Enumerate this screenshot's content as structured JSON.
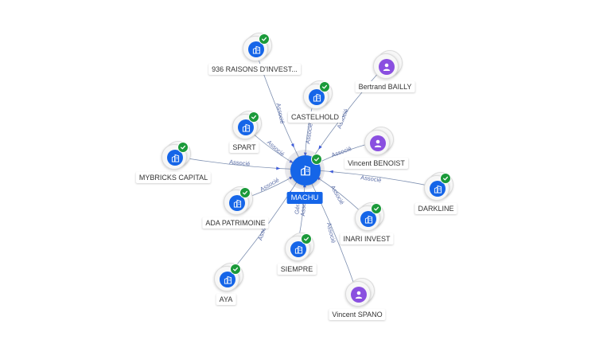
{
  "center": {
    "id": "machu",
    "label": "MACHU",
    "kind": "company",
    "verified": true
  },
  "nodes": [
    {
      "id": "n936",
      "label": "936 RAISONS D'INVEST...",
      "kind": "company",
      "verified": true
    },
    {
      "id": "bailly",
      "label": "Bertrand BAILLY",
      "kind": "person",
      "verified": false
    },
    {
      "id": "castel",
      "label": "CASTELHOLD",
      "kind": "company",
      "verified": true
    },
    {
      "id": "spart",
      "label": "SPART",
      "kind": "company",
      "verified": true
    },
    {
      "id": "benoist",
      "label": "Vincent BENOIST",
      "kind": "person",
      "verified": false
    },
    {
      "id": "mybricks",
      "label": "MYBRICKS CAPITAL",
      "kind": "company",
      "verified": true
    },
    {
      "id": "darkline",
      "label": "DARKLINE",
      "kind": "company",
      "verified": true
    },
    {
      "id": "ada",
      "label": "ADA PATRIMOINE",
      "kind": "company",
      "verified": true
    },
    {
      "id": "inari",
      "label": "INARI INVEST",
      "kind": "company",
      "verified": true
    },
    {
      "id": "siempre",
      "label": "SIEMPRE",
      "kind": "company",
      "verified": true
    },
    {
      "id": "aya",
      "label": "AYA",
      "kind": "company",
      "verified": true
    },
    {
      "id": "spano",
      "label": "Vincent SPANO",
      "kind": "person",
      "verified": false
    }
  ],
  "edges": [
    {
      "node": "n936",
      "label": "Associé"
    },
    {
      "node": "bailly",
      "label": "Associé"
    },
    {
      "node": "castel",
      "label": "Associé"
    },
    {
      "node": "spart",
      "label": "Associé"
    },
    {
      "node": "benoist",
      "label": "Associé"
    },
    {
      "node": "mybricks",
      "label": "Associé"
    },
    {
      "node": "darkline",
      "label": "Associé"
    },
    {
      "node": "ada",
      "label": "Associé"
    },
    {
      "node": "inari",
      "label": "Associé"
    },
    {
      "node": "siempre",
      "label": "Gérant Associé"
    },
    {
      "node": "aya",
      "label": "Associé"
    },
    {
      "node": "spano",
      "label": "Associé"
    }
  ],
  "colors": {
    "company_icon": "#1565e8",
    "person_icon": "#8a4fe0",
    "verified_badge": "#1b9a3a",
    "edge": "#7d8fb0",
    "edge_label": "#5b6ea8"
  },
  "icons": {
    "company": "building-icon",
    "person": "person-icon",
    "verified": "check-icon"
  }
}
